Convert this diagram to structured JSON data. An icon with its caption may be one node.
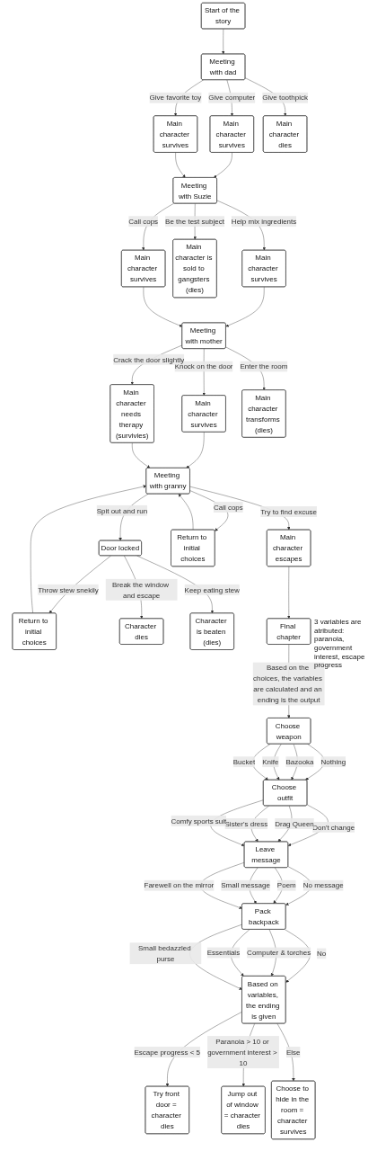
{
  "diagram": {
    "nodes": [
      {
        "text": [
          "Start of the story"
        ]
      },
      {
        "text": [
          "Meeting with dad"
        ]
      },
      {
        "text": [
          "Main character survives"
        ]
      },
      {
        "text": [
          "Main character survives"
        ]
      },
      {
        "text": [
          "Main character dies"
        ]
      },
      {
        "text": [
          "Meeting with Suzie"
        ]
      },
      {
        "text": [
          "Main character survives"
        ]
      },
      {
        "text": [
          "Main character is sold to gangsters (dies)"
        ]
      },
      {
        "text": [
          "Main character survives"
        ]
      },
      {
        "text": [
          "Meeting with mother"
        ]
      },
      {
        "text": [
          "Main character survives"
        ]
      },
      {
        "text": [
          "Main character needs therapy (survivies)"
        ]
      },
      {
        "text": [
          "Main character transforms (dies)"
        ]
      },
      {
        "text": [
          "Meeting with granny"
        ]
      },
      {
        "text": [
          "Door locked"
        ]
      },
      {
        "text": [
          "Main character escapes"
        ]
      },
      {
        "text": [
          "Return to initial choices"
        ]
      },
      {
        "text": [
          "Return to initial choices"
        ]
      },
      {
        "text": [
          "Character dies"
        ]
      },
      {
        "text": [
          "Character is beaten (dies)"
        ]
      },
      {
        "text": [
          "Final chapter"
        ],
        "beside": [
          "3 variables are atributed: paranoia, government interest, escape progress"
        ]
      },
      {
        "text": [
          "Choose weapon"
        ]
      },
      {
        "text": [
          "Choose outfit"
        ]
      },
      {
        "text": [
          "Leave message"
        ]
      },
      {
        "text": [
          "Pack backpack"
        ]
      },
      {
        "text": [
          "Based on variables, the ending is given"
        ]
      },
      {
        "text": [
          "Try front door = character dies"
        ]
      },
      {
        "text": [
          "Jump out of window = character dies"
        ]
      },
      {
        "text": [
          "Choose to hide in the room = character survives"
        ]
      }
    ],
    "edges": [
      {
        "from": 0,
        "to": 1,
        "arrow": "to"
      },
      {
        "from": 1,
        "to": 2,
        "arrow": "to",
        "label": "Give computer"
      },
      {
        "from": 1,
        "to": 3,
        "arrow": "to",
        "label": "Give favorite toy"
      },
      {
        "from": 1,
        "to": 4,
        "arrow": "to",
        "label": "Give toothpick"
      },
      {
        "from": 2,
        "to": 5,
        "arrow": "to"
      },
      {
        "from": 3,
        "to": 5,
        "arrow": "to"
      },
      {
        "from": 5,
        "to": 6,
        "arrow": "to",
        "label": "Help mix ingredients"
      },
      {
        "from": 5,
        "to": 7,
        "arrow": "to",
        "label": "Be the test subject"
      },
      {
        "from": 5,
        "to": 8,
        "arrow": "to",
        "label": "Call cops"
      },
      {
        "from": 6,
        "to": 9,
        "arrow": "to"
      },
      {
        "from": 8,
        "to": 9,
        "arrow": "to"
      },
      {
        "from": 9,
        "to": 10,
        "arrow": "to",
        "label": "Knock on the door"
      },
      {
        "from": 9,
        "to": 11,
        "arrow": "to",
        "label": "Crack the door slightly"
      },
      {
        "from": 9,
        "to": 12,
        "arrow": "to",
        "label": "Enter the room"
      },
      {
        "from": 10,
        "to": 13,
        "arrow": "to"
      },
      {
        "from": 11,
        "to": 13,
        "arrow": "to"
      },
      {
        "from": 13,
        "to": 14,
        "arrow": "to",
        "label": "Spit out and run"
      },
      {
        "from": 13,
        "to": 15,
        "arrow": "to",
        "label": "Try to find excuse"
      },
      {
        "from": 13,
        "to": 16,
        "arrow": "to",
        "label": "Call cops"
      },
      {
        "from": 16,
        "to": 13,
        "arrow": "to"
      },
      {
        "from": 14,
        "to": 17,
        "arrow": "to",
        "label": "Throw stew snekily"
      },
      {
        "from": 14,
        "to": 18,
        "arrow": "to",
        "label": "Break the window and escape"
      },
      {
        "from": 14,
        "to": 19,
        "arrow": "to",
        "label": "Keep eating stew"
      },
      {
        "from": 17,
        "to": 13,
        "arrow": "to"
      },
      {
        "from": 15,
        "to": 20,
        "arrow": "to"
      },
      {
        "from": 20,
        "to": 21,
        "arrow": "to",
        "label": "Based on the choices, the variables are calculated and an ending is the output"
      },
      {
        "from": 21,
        "to": 22,
        "arrow": "to",
        "label": "Nothing"
      },
      {
        "from": 21,
        "to": 22,
        "arrow": "to",
        "label": "Bazooka"
      },
      {
        "from": 21,
        "to": 22,
        "arrow": "to",
        "label": "Knife"
      },
      {
        "from": 21,
        "to": 22,
        "arrow": "to",
        "label": "Bucket"
      },
      {
        "from": 22,
        "to": 23,
        "arrow": "to",
        "label": "Don't change"
      },
      {
        "from": 22,
        "to": 23,
        "arrow": "to",
        "label": "Drag Queen"
      },
      {
        "from": 22,
        "to": 23,
        "arrow": "to",
        "label": "Sister's dress"
      },
      {
        "from": 22,
        "to": 23,
        "arrow": "to",
        "label": "Comfy sports suit"
      },
      {
        "from": 23,
        "to": 24,
        "arrow": "to",
        "label": "No message"
      },
      {
        "from": 23,
        "to": 24,
        "arrow": "to",
        "label": "Poem"
      },
      {
        "from": 23,
        "to": 24,
        "arrow": "to",
        "label": "Small message"
      },
      {
        "from": 23,
        "to": 24,
        "arrow": "to",
        "label": "Farewell on the mirror"
      },
      {
        "from": 24,
        "to": 25,
        "arrow": "to",
        "label": "No"
      },
      {
        "from": 24,
        "to": 25,
        "arrow": "to",
        "label": "Computer & torches"
      },
      {
        "from": 24,
        "to": 25,
        "arrow": "to",
        "label": "Essentials"
      },
      {
        "from": 24,
        "to": 25,
        "arrow": "to",
        "label": "Small bedazzled purse"
      },
      {
        "from": 25,
        "to": 26,
        "arrow": "to",
        "label": "Escape progress < 5"
      },
      {
        "from": 25,
        "to": 27,
        "arrow": "to",
        "label": "Paranoia > 10 or government interest > 10"
      },
      {
        "from": 25,
        "to": 28,
        "arrow": "to",
        "label": "Else"
      }
    ]
  }
}
